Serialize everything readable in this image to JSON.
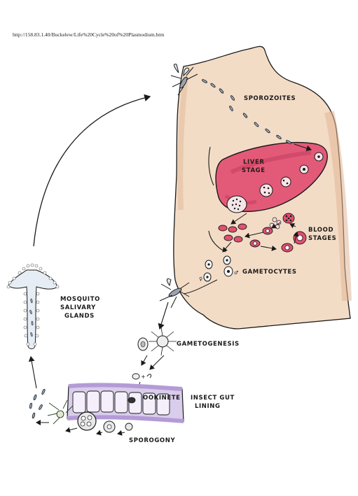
{
  "url": "http://158.83.1.40/Buckelew/Life%20Cycle%20of%20Plasmodium.htm",
  "labels": {
    "sporozoites": "SPOROZOITES",
    "liver_stage_1": "LIVER",
    "liver_stage_2": "STAGE",
    "blood_stages_1": "BLOOD",
    "blood_stages_2": "STAGES",
    "gametocytes": "GAMETOCYTES",
    "mosquito_1": "MOSQUITO",
    "mosquito_2": "SALIVARY",
    "mosquito_3": "GLANDS",
    "gametogenesis": "GAMETOGENESIS",
    "ookinete": "OOKINETE",
    "gut_1": "INSECT GUT",
    "gut_2": "LINING",
    "sporogony": "SPOROGONY"
  },
  "colors": {
    "skin": "#f3dcc6",
    "skin_shade": "#e2b795",
    "liver": "#e35a78",
    "liver_dark": "#c23a5a",
    "rbc": "#e05070",
    "gut_lining": "#b49bd6",
    "ink": "#1a1a1a",
    "sporozoite": "#8fa3b8"
  }
}
